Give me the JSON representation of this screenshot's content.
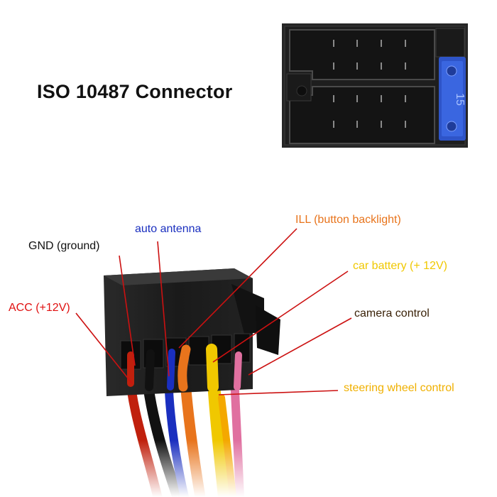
{
  "title": "ISO 10487 Connector",
  "connector_marking": "15",
  "labels": {
    "gnd": "GND (ground)",
    "antenna": "auto antenna",
    "ill": "ILL (button backlight)",
    "battery": "car battery (+ 12V)",
    "camera": "camera control",
    "acc": "ACC (+12V)",
    "steering": "steering wheel control"
  },
  "colors": {
    "gnd": "#111111",
    "antenna": "#1a2fbf",
    "ill": "#e8741c",
    "battery": "#f0c800",
    "camera": "#3a2208",
    "acc": "#e01010",
    "steering": "#f0b000",
    "leader": "#cc1111",
    "housing": "#1c1c1c",
    "lock": "#2e54c8"
  }
}
